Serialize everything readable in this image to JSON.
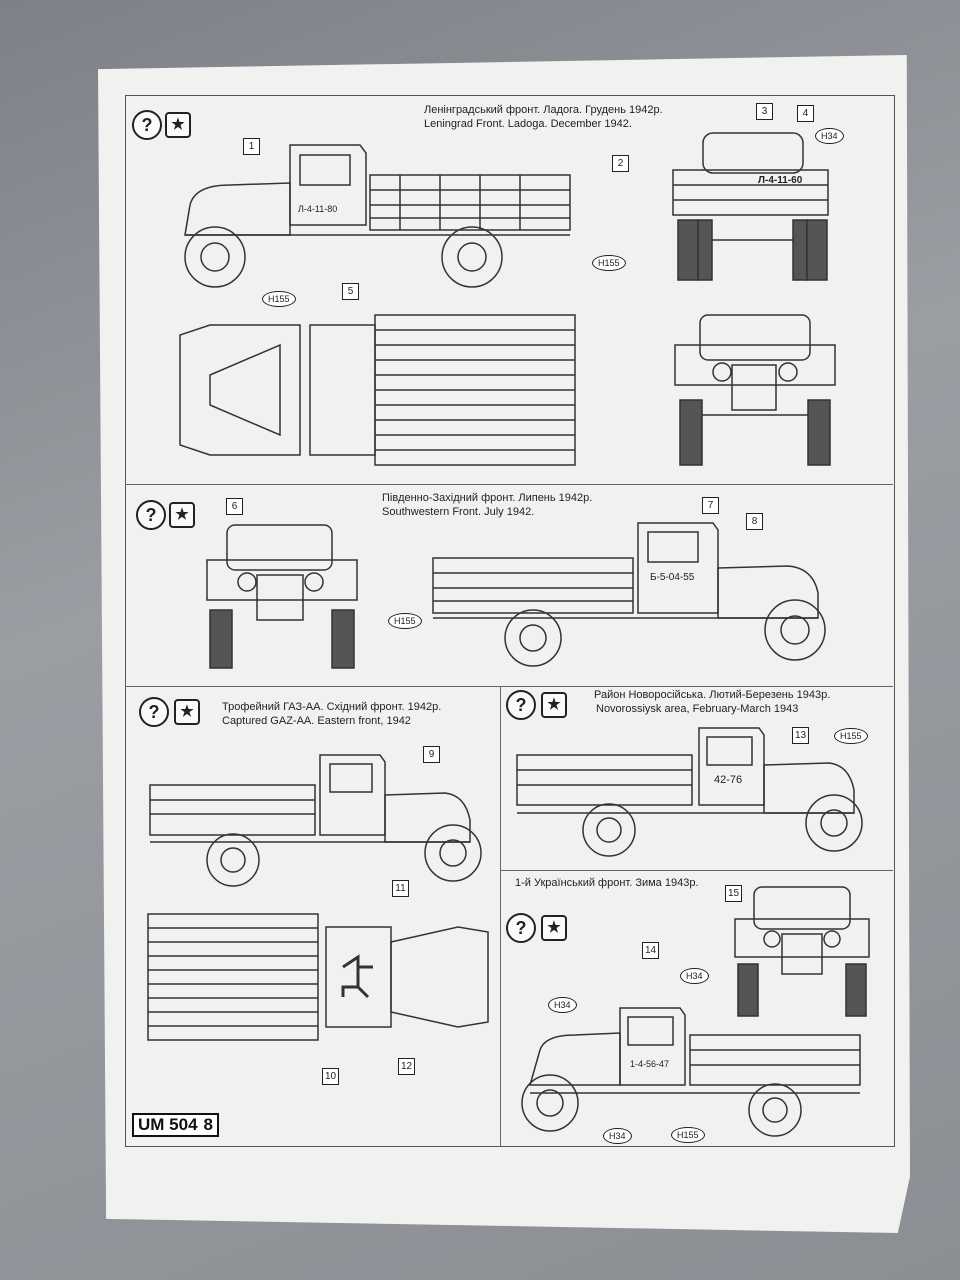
{
  "sheet": {
    "badge_code": "UM 504",
    "page_number": "8"
  },
  "icons": {
    "help": "?",
    "star": "★"
  },
  "panels": [
    {
      "caption_ua": "Ленінградський фронт. Ладога. Грудень 1942р.",
      "caption_en": "Leningrad Front. Ladoga. December 1942.",
      "plate_side": "Л-4-11-80",
      "plate_rear": "Л-4-11-60"
    },
    {
      "caption_ua": "Південно-Західний фронт. Липень 1942р.",
      "caption_en": "Southwestern  Front. July 1942.",
      "plate": "Б-5-04-55"
    },
    {
      "caption_ua": "Трофейний ГАЗ-АА. Східний фронт. 1942р.",
      "caption_en": "Captured GAZ-AA. Eastern front, 1942"
    },
    {
      "caption_ua": "Район Новоросійська. Лютий-Березень 1943р.",
      "caption_en": "Novorossiysk area, February-March 1943",
      "plate": "42-76"
    },
    {
      "caption_ua": "1-й Український фронт. Зима 1943р.",
      "plate": "1-4-56-47"
    }
  ],
  "callouts": {
    "c1": "1",
    "c2": "2",
    "c3": "3",
    "c4": "4",
    "c5": "5",
    "c6": "6",
    "c7": "7",
    "c8": "8",
    "c9": "9",
    "c10": "10",
    "c11": "11",
    "c12": "12",
    "c13": "13",
    "c14": "14",
    "c15": "15",
    "h155": "H155",
    "h34": "H34"
  }
}
